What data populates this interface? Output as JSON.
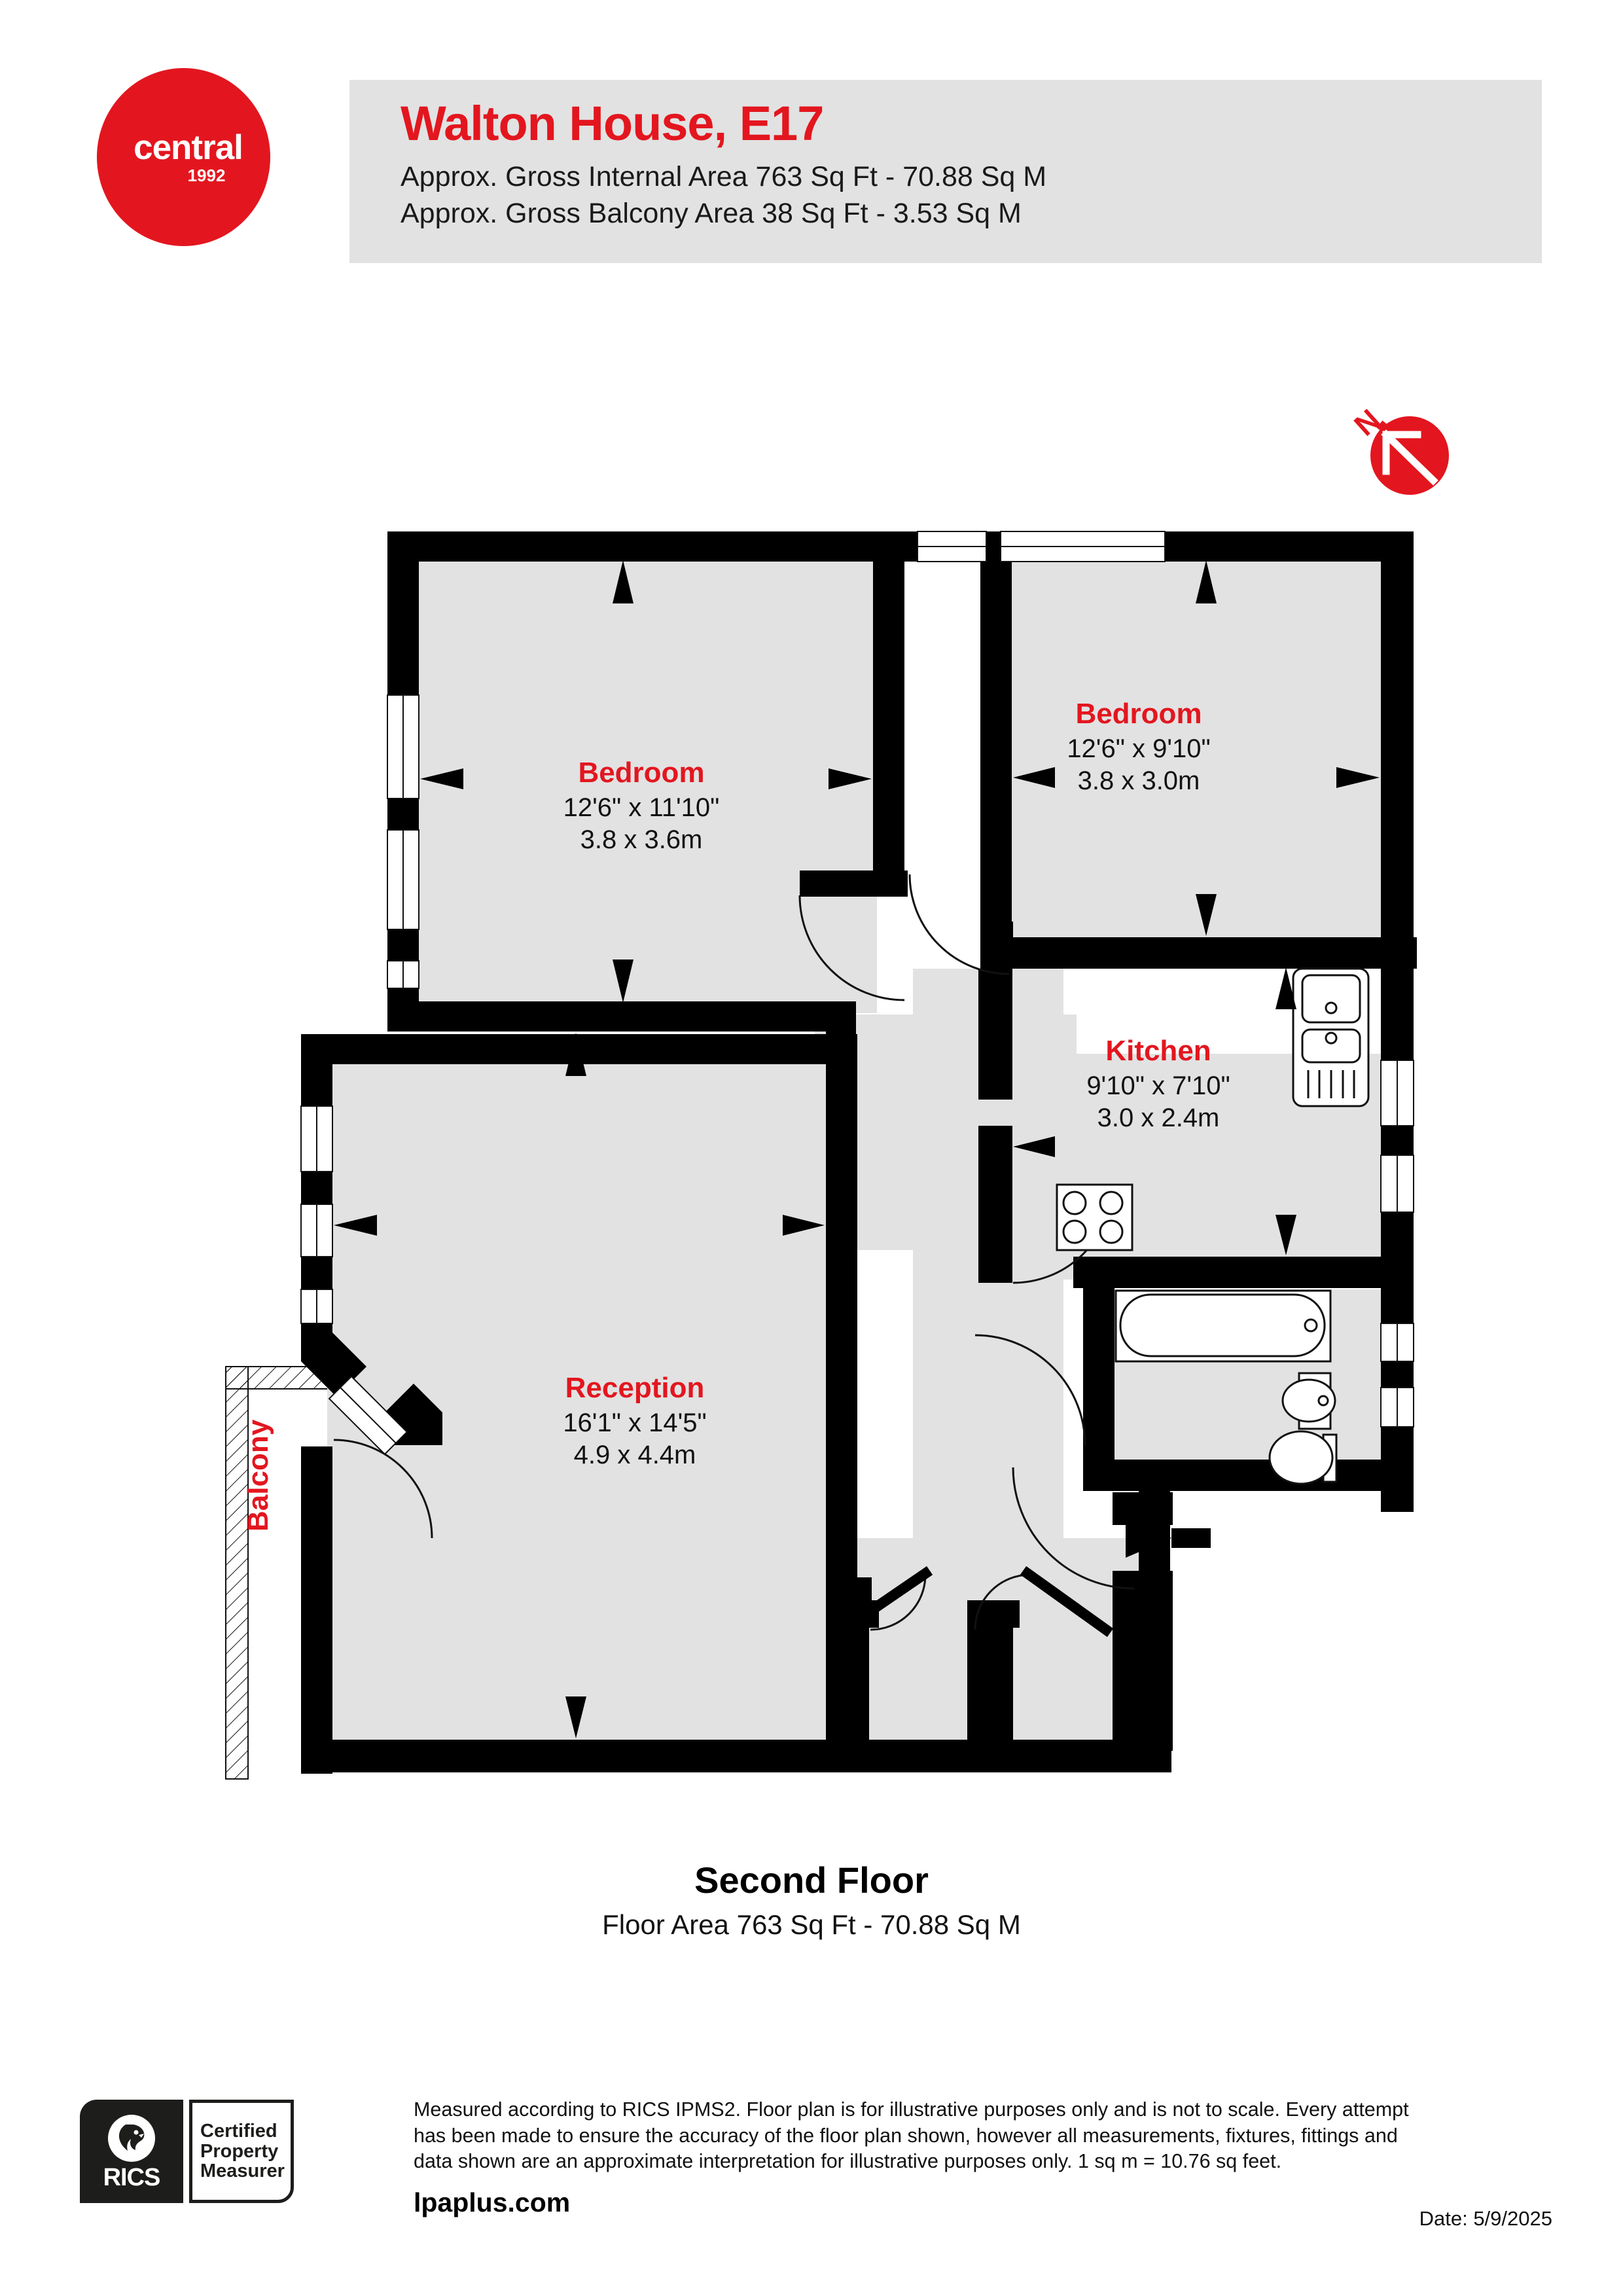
{
  "brand": {
    "logo_word": "central",
    "logo_year": "1992",
    "accent_color": "#e3161f",
    "header_band_color": "#e2e2e2"
  },
  "header": {
    "title": "Walton House, E17",
    "internal_area_line": "Approx. Gross Internal Area 763 Sq Ft - 70.88 Sq M",
    "balcony_area_line": "Approx. Gross Balcony Area 38 Sq Ft - 3.53 Sq M"
  },
  "compass": {
    "label": "N"
  },
  "plan": {
    "wall_color": "#000000",
    "room_fill": "#e2e2e2",
    "rooms": [
      {
        "id": "bedroom-left",
        "name": "Bedroom",
        "dim_imperial": "12'6\" x 11'10\"",
        "dim_metric": "3.8 x 3.6m"
      },
      {
        "id": "bedroom-right",
        "name": "Bedroom",
        "dim_imperial": "12'6\" x 9'10\"",
        "dim_metric": "3.8 x 3.0m"
      },
      {
        "id": "kitchen",
        "name": "Kitchen",
        "dim_imperial": "9'10\" x 7'10\"",
        "dim_metric": "3.0 x 2.4m"
      },
      {
        "id": "reception",
        "name": "Reception",
        "dim_imperial": "16'1\" x 14'5\"",
        "dim_metric": "4.9 x 4.4m"
      }
    ],
    "balcony_label": "Balcony",
    "fixtures": [
      "kitchen-sink",
      "kitchen-hob",
      "bath-tub",
      "wash-basin",
      "toilet"
    ]
  },
  "floor_caption": {
    "title": "Second Floor",
    "subtitle": "Floor Area 763 Sq Ft - 70.88 Sq M"
  },
  "footer": {
    "rics_word": "RICS",
    "cpm_line1": "Certified",
    "cpm_line2": "Property",
    "cpm_line3": "Measurer",
    "disclaimer_line1": "Measured according to RICS IPMS2. Floor plan is for illustrative purposes only and is not to scale. Every attempt",
    "disclaimer_line2": "has been made to ensure the accuracy of the floor plan shown, however all measurements, fixtures, fittings and",
    "disclaimer_line3": "data shown are an approximate interpretation for illustrative purposes only. 1 sq m = 10.76 sq feet.",
    "site_url": "lpaplus.com",
    "date": "Date: 5/9/2025"
  }
}
